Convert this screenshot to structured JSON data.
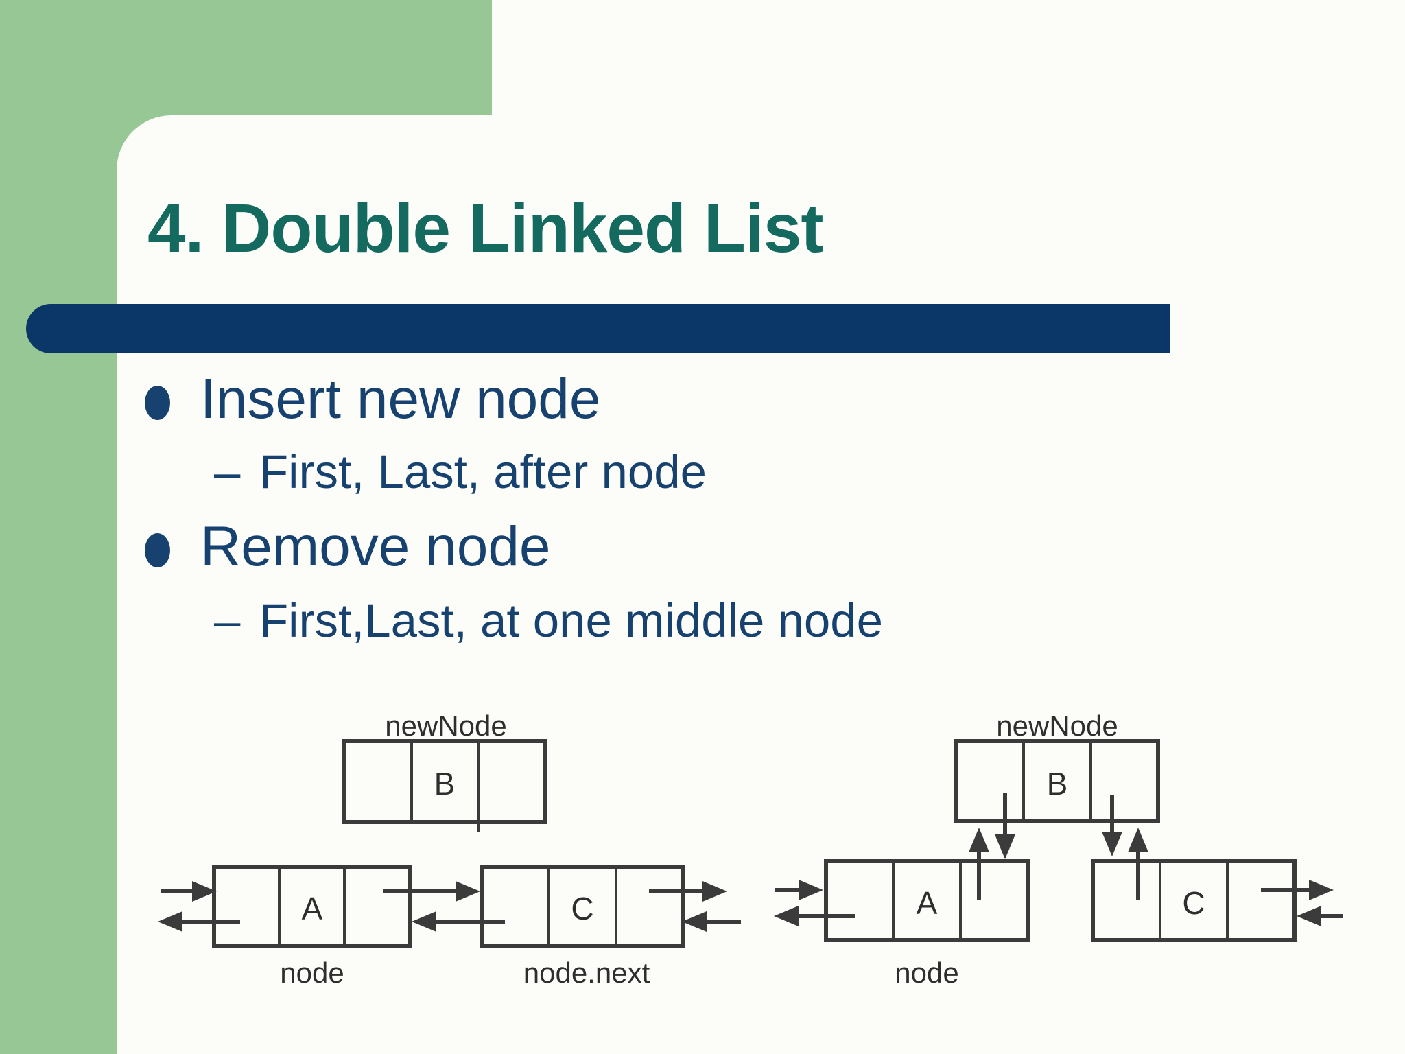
{
  "slide": {
    "title": "4. Double Linked List",
    "bullets": [
      {
        "text": "Insert new node",
        "sub_dash": "–",
        "sub": "First, Last, after node"
      },
      {
        "text": "Remove node",
        "sub_dash": "–",
        "sub": "First,Last, at one middle node"
      }
    ]
  },
  "colors": {
    "background_green": "#97c794",
    "panel_white": "#fcfdf9",
    "title_teal": "#156a5f",
    "accent_bar_navy": "#0a3768",
    "body_text_navy": "#17416f",
    "diagram_ink": "#3b3b3b"
  },
  "diagram_before": {
    "new_node_label": "newNode",
    "new_node_value": "B",
    "node_value": "A",
    "node_label": "node",
    "next_value": "C",
    "next_label": "node.next"
  },
  "diagram_after": {
    "new_node_label": "newNode",
    "new_node_value": "B",
    "node_value": "A",
    "node_label": "node",
    "next_value": "C"
  }
}
